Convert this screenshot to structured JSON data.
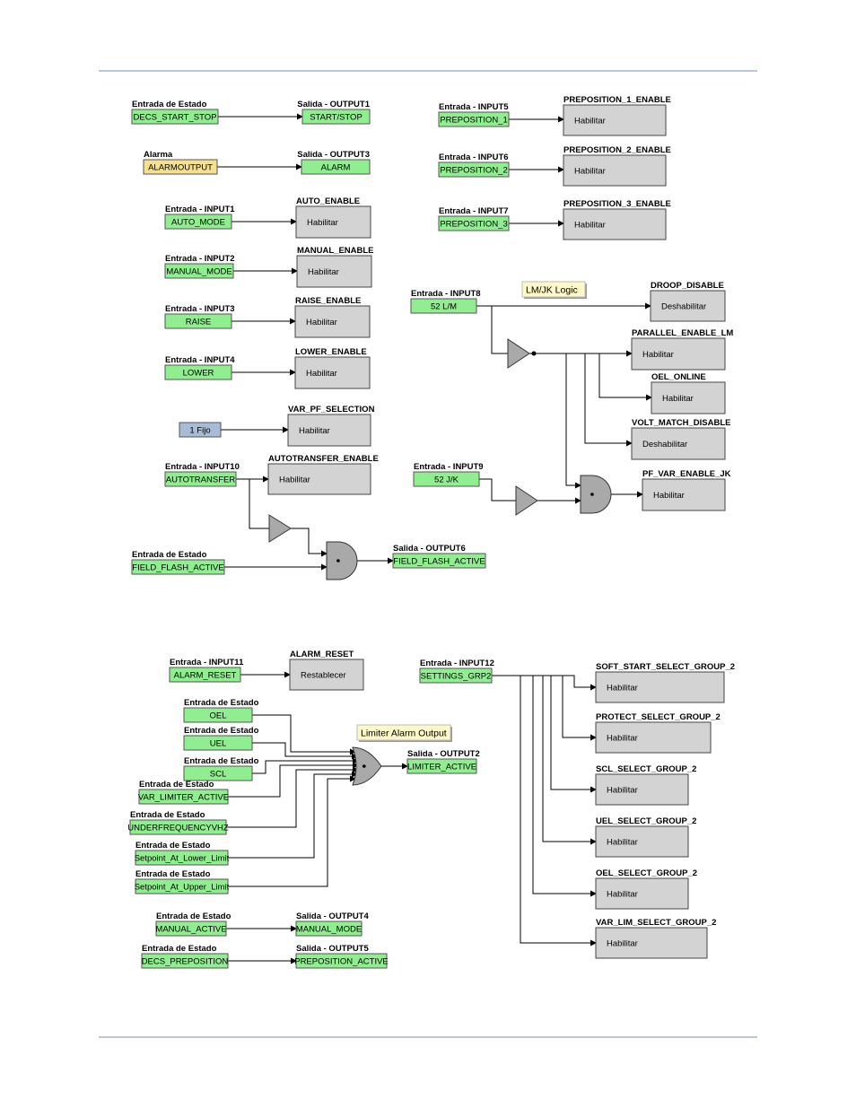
{
  "colors": {
    "green": "#90ee90",
    "yellow": "#f5e08e",
    "blue": "#a8bcd8",
    "block": "#d3d3d3",
    "gate": "#a9a9a9",
    "note": "#fff8c8"
  },
  "signals": {
    "decs_start_stop": {
      "top": "Entrada de Estado",
      "name": "DECS_START_STOP"
    },
    "start_stop": {
      "top": "Salida - OUTPUT1",
      "name": "START/STOP"
    },
    "alarmoutput": {
      "top": "Alarma",
      "name": "ALARMOUTPUT"
    },
    "alarm": {
      "top": "Salida - OUTPUT3",
      "name": "ALARM"
    },
    "auto_mode": {
      "top": "Entrada - INPUT1",
      "name": "AUTO_MODE"
    },
    "manual_mode": {
      "top": "Entrada - INPUT2",
      "name": "MANUAL_MODE"
    },
    "raise": {
      "top": "Entrada - INPUT3",
      "name": "RAISE"
    },
    "lower": {
      "top": "Entrada - INPUT4",
      "name": "LOWER"
    },
    "fijo": {
      "name": "1 Fijo"
    },
    "autotransfer": {
      "top": "Entrada - INPUT10",
      "name": "AUTOTRANSFER"
    },
    "field_flash": {
      "top": "Entrada de Estado",
      "name": "FIELD_FLASH_ACTIVE"
    },
    "field_flash_out": {
      "top": "Salida - OUTPUT6",
      "name": "FIELD_FLASH_ACTIVE"
    },
    "prep1": {
      "top": "Entrada - INPUT5",
      "name": "PREPOSITION_1"
    },
    "prep2": {
      "top": "Entrada - INPUT6",
      "name": "PREPOSITION_2"
    },
    "prep3": {
      "top": "Entrada - INPUT7",
      "name": "PREPOSITION_3"
    },
    "lm": {
      "top": "Entrada - INPUT8",
      "name": "52 L/M"
    },
    "jk": {
      "top": "Entrada - INPUT9",
      "name": "52 J/K"
    },
    "alarm_reset": {
      "top": "Entrada - INPUT11",
      "name": "ALARM_RESET"
    },
    "oel": {
      "top": "Entrada de Estado",
      "name": "OEL"
    },
    "uel": {
      "top": "Entrada de Estado",
      "name": "UEL"
    },
    "scl": {
      "top": "Entrada de Estado",
      "name": "SCL"
    },
    "var_limiter": {
      "top": "Entrada de Estado",
      "name": "VAR_LIMITER_ACTIVE"
    },
    "underfreq": {
      "top": "Entrada de Estado",
      "name": "UNDERFREQUENCYVHZ"
    },
    "sp_lower": {
      "top": "Entrada de Estado",
      "name": "Setpoint_At_Lower_Limit"
    },
    "sp_upper": {
      "top": "Entrada de Estado",
      "name": "Setpoint_At_Upper_Limit"
    },
    "limiter_active": {
      "top": "Salida - OUTPUT2",
      "name": "LIMITER_ACTIVE"
    },
    "manual_active": {
      "top": "Entrada de Estado",
      "name": "MANUAL_ACTIVE"
    },
    "manual_mode_out": {
      "top": "Salida - OUTPUT4",
      "name": "MANUAL_MODE"
    },
    "decs_prep": {
      "top": "Entrada de Estado",
      "name": "DECS_PREPOSITION"
    },
    "prep_active": {
      "top": "Salida - OUTPUT5",
      "name": "PREPOSITION_ACTIVE"
    },
    "settings_grp2": {
      "top": "Entrada - INPUT12",
      "name": "SETTINGS_GRP2"
    }
  },
  "blocks": {
    "auto_enable": {
      "title": "AUTO_ENABLE",
      "port": "Habilitar"
    },
    "manual_enable": {
      "title": "MANUAL_ENABLE",
      "port": "Habilitar"
    },
    "raise_enable": {
      "title": "RAISE_ENABLE",
      "port": "Habilitar"
    },
    "lower_enable": {
      "title": "LOWER_ENABLE",
      "port": "Habilitar"
    },
    "var_pf": {
      "title": "VAR_PF_SELECTION",
      "port": "Habilitar"
    },
    "autotransfer_enable": {
      "title": "AUTOTRANSFER_ENABLE",
      "port": "Habilitar"
    },
    "prep1_enable": {
      "title": "PREPOSITION_1_ENABLE",
      "port": "Habilitar"
    },
    "prep2_enable": {
      "title": "PREPOSITION_2_ENABLE",
      "port": "Habilitar"
    },
    "prep3_enable": {
      "title": "PREPOSITION_3_ENABLE",
      "port": "Habilitar"
    },
    "droop_disable": {
      "title": "DROOP_DISABLE",
      "port": "Deshabilitar"
    },
    "parallel_enable": {
      "title": "PARALLEL_ENABLE_LM",
      "port": "Habilitar"
    },
    "oel_online": {
      "title": "OEL_ONLINE",
      "port": "Habilitar"
    },
    "volt_match": {
      "title": "VOLT_MATCH_DISABLE",
      "port": "Deshabilitar"
    },
    "pf_var_enable": {
      "title": "PF_VAR_ENABLE_JK",
      "port": "Habilitar"
    },
    "alarm_reset_blk": {
      "title": "ALARM_RESET",
      "port": "Restablecer"
    },
    "soft_start": {
      "title": "SOFT_START_SELECT_GROUP_2",
      "port": "Habilitar"
    },
    "protect_sel": {
      "title": "PROTECT_SELECT_GROUP_2",
      "port": "Habilitar"
    },
    "scl_sel": {
      "title": "SCL_SELECT_GROUP_2",
      "port": "Habilitar"
    },
    "uel_sel": {
      "title": "UEL_SELECT_GROUP_2",
      "port": "Habilitar"
    },
    "oel_sel": {
      "title": "OEL_SELECT_GROUP_2",
      "port": "Habilitar"
    },
    "varlim_sel": {
      "title": "VAR_LIM_SELECT_GROUP_2",
      "port": "Habilitar"
    }
  },
  "notes": {
    "lmjk": "LM/JK Logic",
    "limiter": "Limiter Alarm Output"
  }
}
